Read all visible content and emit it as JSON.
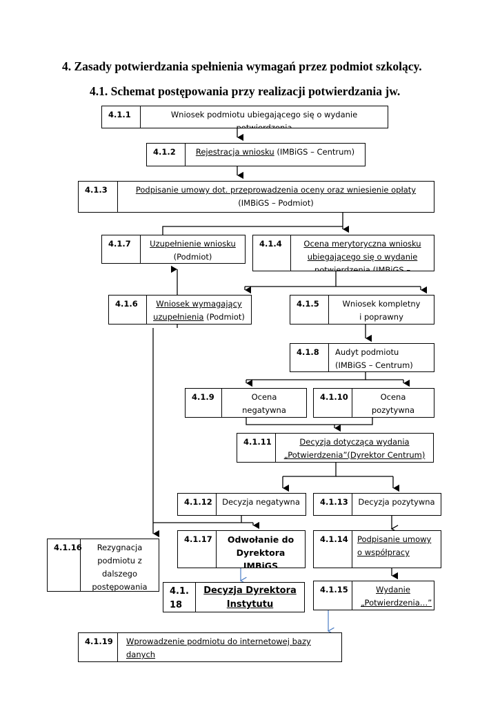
{
  "headings": {
    "section": "4.  Zasady potwierdzania spełnienia wymagań przez podmiot szkolący.",
    "subsection": "4.1. Schemat postępowania przy realizacji potwierdzania jw."
  },
  "steps": {
    "s1": {
      "num": "4.1.1",
      "text": "Wniosek podmiotu ubiegającego się o wydanie potwierdzenia"
    },
    "s2": {
      "num": "4.1.2",
      "text_u": "Rejestracja wniosku",
      "text": " (IMBiGS – Centrum)"
    },
    "s3": {
      "num": "4.1.3",
      "text_u": "Podpisanie umowy dot. przeprowadzenia oceny oraz wniesienie opłaty",
      "text": "(IMBiGS – Podmiot)"
    },
    "s7": {
      "num": "4.1.7",
      "text_u": "Uzupełnienie wniosku",
      "text": "(Podmiot)"
    },
    "s4": {
      "num": "4.1.4",
      "text_u": "Ocena merytoryczna wniosku ubiegającego się o wydanie potwierdzenia (IMBiGS – Centrum)"
    },
    "s6": {
      "num": "4.1.6",
      "text_u": "Wniosek wymagający uzupełnienia",
      "text": " (Podmiot)"
    },
    "s5": {
      "num": "4.1.5",
      "text": "Wniosek kompletny i poprawny"
    },
    "s8": {
      "num": "4.1.8",
      "text": "Audyt  podmiotu (IMBiGS – Centrum)"
    },
    "s9": {
      "num": "4.1.9",
      "text": "Ocena negatywna audytu"
    },
    "s10": {
      "num": "4.1.10",
      "text": "Ocena pozytywna audytu"
    },
    "s11": {
      "num": "4.1.11",
      "text_u": "Decyzja dotycząca wydania „Potwierdzenia”(Dyrektor  Centrum)"
    },
    "s12": {
      "num": "4.1.12",
      "text": "Decyzja negatywna"
    },
    "s13": {
      "num": "4.1.13",
      "text": "Decyzja pozytywna"
    },
    "s16": {
      "num": "4.1.16",
      "text": "Rezygnacja podmiotu z dalszego postępowania"
    },
    "s17": {
      "num": "4.1.17",
      "text": "Odwołanie do Dyrektora IMBiGS"
    },
    "s14": {
      "num": "4.1.14",
      "text_u": "Podpisanie umowy o współpracy"
    },
    "s18": {
      "num": "4.1.18",
      "text_u": "Decyzja Dyrektora Instytutu"
    },
    "s15": {
      "num": "4.1.15",
      "text_u": "Wydanie „Potwierdzenia…”"
    },
    "s19": {
      "num": "4.1.19",
      "text_u": "Wprowadzenie podmiotu do internetowej bazy danych"
    }
  },
  "colors": {
    "blue_arrow": "#4a7cc4"
  }
}
